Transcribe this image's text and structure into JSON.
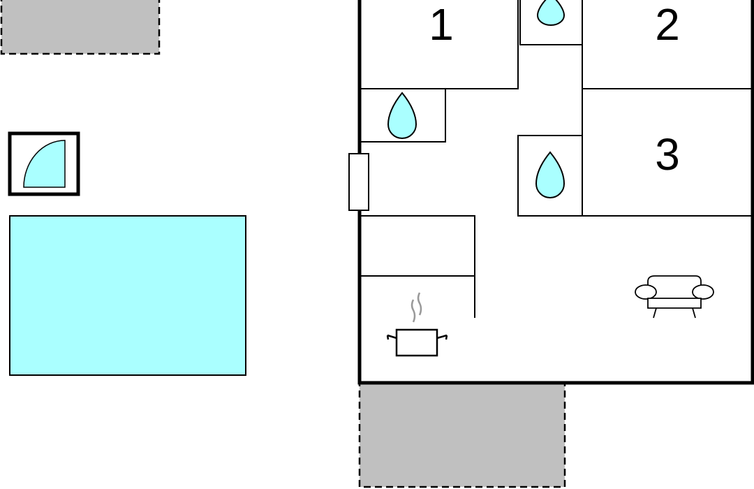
{
  "floorplan": {
    "rooms": {
      "bedroom_1_label": "1",
      "bedroom_2_label": "2",
      "bedroom_3_label": "3"
    },
    "icons": {
      "bathroom": "water-drop-icon",
      "kitchen": "cooking-pot-icon",
      "living_room": "sofa-icon",
      "shower": "shower-quarter-circle-icon"
    },
    "colors": {
      "wall": "#000000",
      "water": "#aaffff",
      "terrace": "#c0c0c0",
      "background": "#ffffff"
    }
  }
}
